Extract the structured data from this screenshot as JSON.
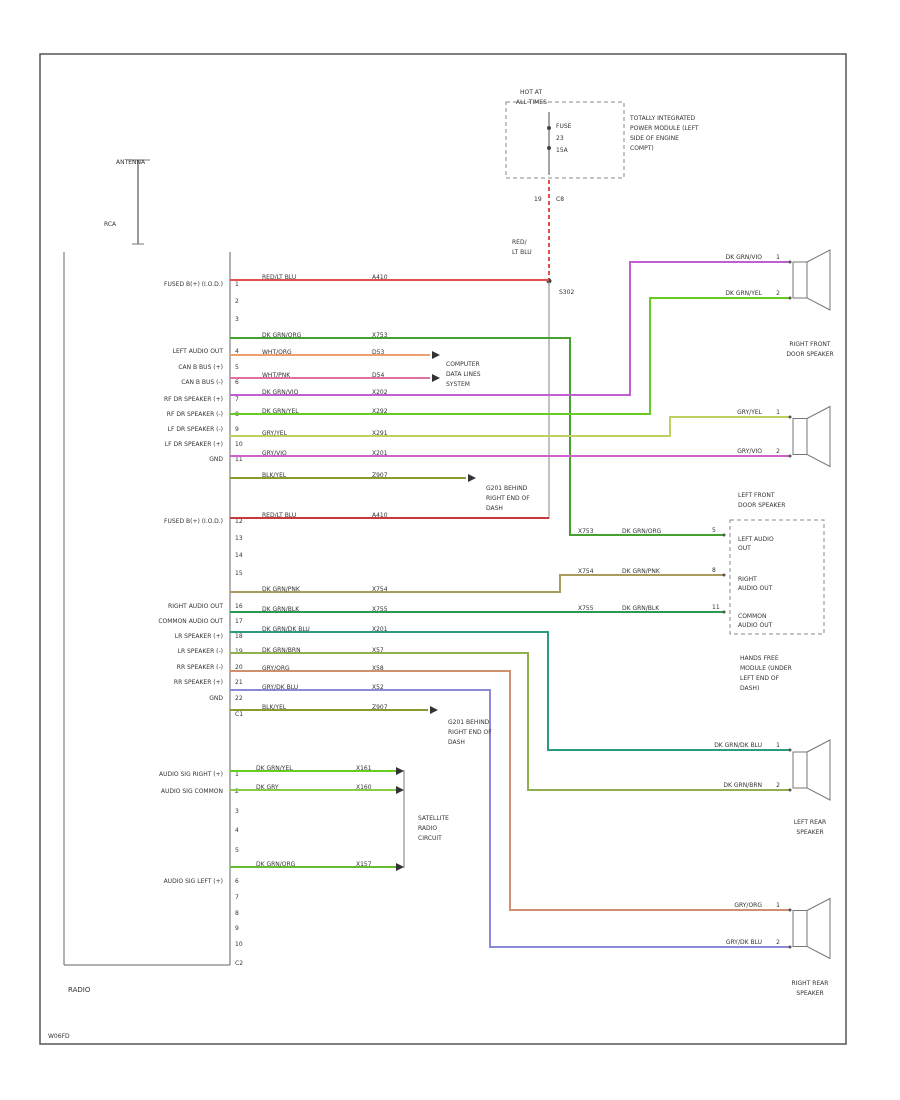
{
  "radio": {
    "label": "RADIO",
    "antenna": {
      "label": "ANTENNA",
      "connector": "RCA"
    },
    "pins": [
      {
        "label": "FUSED B(+) (I.O.D.)",
        "num": "1"
      },
      {
        "label": "",
        "num": "2"
      },
      {
        "label": "",
        "num": "3"
      },
      {
        "label": "LEFT AUDIO OUT",
        "num": "4"
      },
      {
        "label": "CAN B BUS (+)",
        "num": "5"
      },
      {
        "label": "CAN B BUS (-)",
        "num": "6"
      },
      {
        "label": "RF DR SPEAKER (+)",
        "num": "7"
      },
      {
        "label": "RF DR SPEAKER (-)",
        "num": "8"
      },
      {
        "label": "LF DR SPEAKER (-)",
        "num": "9"
      },
      {
        "label": "LF DR SPEAKER (+)",
        "num": "10"
      },
      {
        "label": "GND",
        "num": "11"
      },
      {
        "label": "FUSED B(+) (I.O.D.)",
        "num": "12"
      },
      {
        "label": "",
        "num": "13"
      },
      {
        "label": "",
        "num": "14"
      },
      {
        "label": "",
        "num": "15"
      },
      {
        "label": "RIGHT AUDIO OUT",
        "num": "16"
      },
      {
        "label": "COMMON AUDIO OUT",
        "num": "17"
      },
      {
        "label": "LR SPEAKER (+)",
        "num": "18"
      },
      {
        "label": "LR SPEAKER (-)",
        "num": "19"
      },
      {
        "label": "RR SPEAKER (-)",
        "num": "20"
      },
      {
        "label": "RR SPEAKER (+)",
        "num": "21"
      },
      {
        "label": "GND",
        "num": "22"
      },
      {
        "label": "",
        "num": "C1"
      },
      {
        "label": "AUDIO SIG RIGHT (+)",
        "num": "1"
      },
      {
        "label": "AUDIO SIG COMMON",
        "num": "2"
      },
      {
        "label": "",
        "num": "3"
      },
      {
        "label": "",
        "num": "4"
      },
      {
        "label": "",
        "num": "5"
      },
      {
        "label": "AUDIO SIG LEFT (+)",
        "num": "6"
      },
      {
        "label": "",
        "num": "7"
      },
      {
        "label": "",
        "num": "8"
      },
      {
        "label": "",
        "num": "9"
      },
      {
        "label": "",
        "num": "10"
      },
      {
        "label": "",
        "num": "C2"
      }
    ]
  },
  "wires": [
    {
      "pin": "1",
      "color_name": "RED/LT BLU",
      "circuit": "A410",
      "hex": "#e05050"
    },
    {
      "pin": "4",
      "color_name": "DK GRN/ORG",
      "circuit": "X753",
      "hex": "#44a030"
    },
    {
      "pin": "5",
      "color_name": "WHT/ORG",
      "circuit": "D53",
      "hex": "#f0a070"
    },
    {
      "pin": "6",
      "color_name": "WHT/PNK",
      "circuit": "D54",
      "hex": "#e070a0"
    },
    {
      "pin": "7",
      "color_name": "DK GRN/VIO",
      "circuit": "X202",
      "hex": "#c060d0"
    },
    {
      "pin": "8",
      "color_name": "DK GRN/YEL",
      "circuit": "X292",
      "hex": "#66cc22"
    },
    {
      "pin": "9",
      "color_name": "GRY/YEL",
      "circuit": "X291",
      "hex": "#c0d060"
    },
    {
      "pin": "10",
      "color_name": "GRY/VIO",
      "circuit": "X201",
      "hex": "#d060d0"
    },
    {
      "pin": "11",
      "color_name": "BLK/YEL",
      "circuit": "Z907",
      "hex": "#8a9a30"
    },
    {
      "pin": "12",
      "color_name": "RED/LT BLU",
      "circuit": "A410",
      "hex": "#c83a3a"
    },
    {
      "pin": "16",
      "color_name": "DK GRN/PNK",
      "circuit": "X754",
      "hex": "#a89a60"
    },
    {
      "pin": "17",
      "color_name": "DK GRN/BLK",
      "circuit": "X755",
      "hex": "#2a9a50"
    },
    {
      "pin": "18",
      "color_name": "DK GRN/DK BLU",
      "circuit": "X201",
      "hex": "#2a9a80"
    },
    {
      "pin": "19",
      "color_name": "DK GRN/BRN",
      "circuit": "X57",
      "hex": "#90b050"
    },
    {
      "pin": "20",
      "color_name": "GRY/ORG",
      "circuit": "X58",
      "hex": "#d09070"
    },
    {
      "pin": "21",
      "color_name": "GRY/DK BLU",
      "circuit": "X52",
      "hex": "#8a8ad8"
    },
    {
      "pin": "22",
      "color_name": "BLK/YEL",
      "circuit": "Z907",
      "hex": "#8a9a30"
    },
    {
      "pin": "1",
      "color_name": "DK GRN/YEL",
      "circuit": "X161",
      "hex": "#66cc22"
    },
    {
      "pin": "2",
      "color_name": "DK GRY",
      "circuit": "X160",
      "hex": "#88cc44"
    },
    {
      "pin": "6",
      "color_name": "DK GRN/ORG",
      "circuit": "X157",
      "hex": "#66bb33"
    }
  ],
  "tipm": {
    "hot_at": "HOT AT",
    "hot_when": "ALL TIMES",
    "fuse_label": "FUSE",
    "fuse_num": "23",
    "fuse_amp": "15A",
    "module_name": "TOTALLY INTEGRATED POWER MODULE (LEFT SIDE OF ENGINE COMPT)",
    "pin_a": "19",
    "pin_b": "C8",
    "wire_color": "RED/ LT BLU",
    "splice": "S302"
  },
  "computer_data": "COMPUTER DATA LINES SYSTEM",
  "ground_1": "G201 BEHIND RIGHT END OF DASH",
  "ground_2": "G201 BEHIND RIGHT END OF DASH",
  "satellite": "SATELLITE RADIO CIRCUIT",
  "speakers": [
    {
      "name": "RIGHT FRONT DOOR SPEAKER",
      "wire_a": "DK GRN/VIO",
      "wire_b": "DK GRN/YEL",
      "pin_a": "1",
      "pin_b": "2"
    },
    {
      "name": "LEFT FRONT DOOR SPEAKER",
      "wire_a": "GRY/YEL",
      "wire_b": "GRY/VIO",
      "pin_a": "1",
      "pin_b": "2"
    },
    {
      "name": "LEFT REAR SPEAKER",
      "wire_a": "DK GRN/DK BLU",
      "wire_b": "DK GRN/BRN",
      "pin_a": "1",
      "pin_b": "2"
    },
    {
      "name": "RIGHT REAR SPEAKER",
      "wire_a": "GRY/ORG",
      "wire_b": "GRY/DK BLU",
      "pin_a": "1",
      "pin_b": "2"
    }
  ],
  "hands_free": {
    "name": "HANDS FREE MODULE (UNDER LEFT END OF DASH)",
    "pins": [
      {
        "label": "LEFT AUDIO OUT",
        "num": "5",
        "circuit": "X753",
        "wire": "DK GRN/ORG"
      },
      {
        "label": "RIGHT AUDIO OUT",
        "num": "8",
        "circuit": "X754",
        "wire": "DK GRN/PNK"
      },
      {
        "label": "COMMON AUDIO OUT",
        "num": "11",
        "circuit": "X755",
        "wire": "DK GRN/BLK"
      }
    ]
  },
  "figure_id": "W06FD"
}
